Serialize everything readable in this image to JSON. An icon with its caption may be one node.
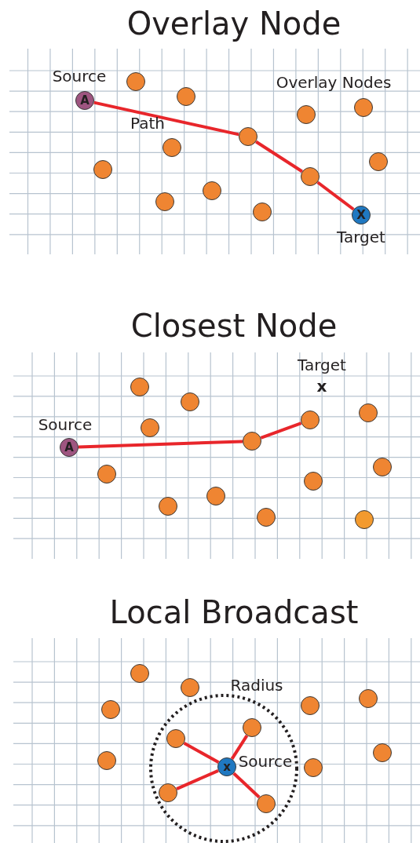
{
  "diagram": {
    "nodes": [
      {
        "text": [
          "A"
        ],
        "beside": [
          "Source"
        ]
      },
      {
        "text": [],
        "shape": "circle"
      },
      {
        "text": [],
        "shape": "circle"
      },
      {
        "text": [],
        "shape": "circle"
      },
      {
        "text": [],
        "shape": "circle"
      },
      {
        "text": [],
        "shape": "circle"
      },
      {
        "text": [],
        "shape": "circle"
      },
      {
        "text": [],
        "shape": "circle"
      },
      {
        "text": [],
        "shape": "circle"
      },
      {
        "text": [],
        "shape": "circle"
      },
      {
        "text": [],
        "shape": "circle"
      },
      {
        "text": [],
        "shape": "circle"
      },
      {
        "text": [],
        "shape": "circle"
      },
      {
        "text": [
          "X"
        ],
        "beside": [
          "Target"
        ]
      },
      {
        "text": [],
        "shape": "circle"
      },
      {
        "text": [],
        "shape": "circle"
      },
      {
        "text": [],
        "shape": "circle"
      },
      {
        "text": [],
        "shape": "circle"
      },
      {
        "text": [],
        "shape": "circle"
      },
      {
        "text": [],
        "shape": "circle"
      },
      {
        "text": [
          "A"
        ],
        "beside": [
          "Source"
        ]
      },
      {
        "text": [],
        "shape": "circle"
      },
      {
        "text": [],
        "shape": "circle"
      },
      {
        "text": [],
        "shape": "circle"
      },
      {
        "text": [],
        "shape": "circle"
      },
      {
        "text": [],
        "shape": "circle"
      },
      {
        "text": [],
        "shape": "circle"
      },
      {
        "text": [],
        "shape": "circle"
      },
      {
        "text": [],
        "shape": "circle"
      },
      {
        "text": [],
        "shape": "circle"
      },
      {
        "text": [],
        "shape": "circle"
      },
      {
        "text": [],
        "shape": "circle"
      },
      {
        "text": [],
        "shape": "circle"
      },
      {
        "text": [],
        "shape": "circle"
      },
      {
        "text": [],
        "shape": "circle"
      },
      {
        "text": [],
        "shape": "circle"
      },
      {
        "text": [],
        "shape": "circle"
      },
      {
        "text": [
          "x"
        ],
        "beside": [
          "Source"
        ]
      },
      {
        "text": [],
        "shape": "circle"
      },
      {
        "text": [],
        "shape": "circle"
      },
      {
        "text": [],
        "shape": "circle"
      }
    ],
    "edges": [
      {
        "from": 0,
        "to": 5,
        "arrow": "none"
      },
      {
        "from": 5,
        "to": 9,
        "arrow": "none"
      },
      {
        "from": 9,
        "to": 13,
        "arrow": "none"
      },
      {
        "from": 20,
        "to": 19,
        "arrow": "none"
      },
      {
        "from": 19,
        "to": 17,
        "arrow": "none"
      },
      {
        "from": 37,
        "to": 34,
        "arrow": "none"
      },
      {
        "from": 37,
        "to": 33,
        "arrow": "none"
      },
      {
        "from": 37,
        "to": 39,
        "arrow": "none"
      },
      {
        "from": 37,
        "to": 40,
        "arrow": "none"
      }
    ],
    "labels": [
      "Overlay Node",
      "Overlay Nodes",
      "Path",
      "Closest Node",
      "Target",
      "x",
      "Local Broadcast",
      "Radius"
    ]
  }
}
